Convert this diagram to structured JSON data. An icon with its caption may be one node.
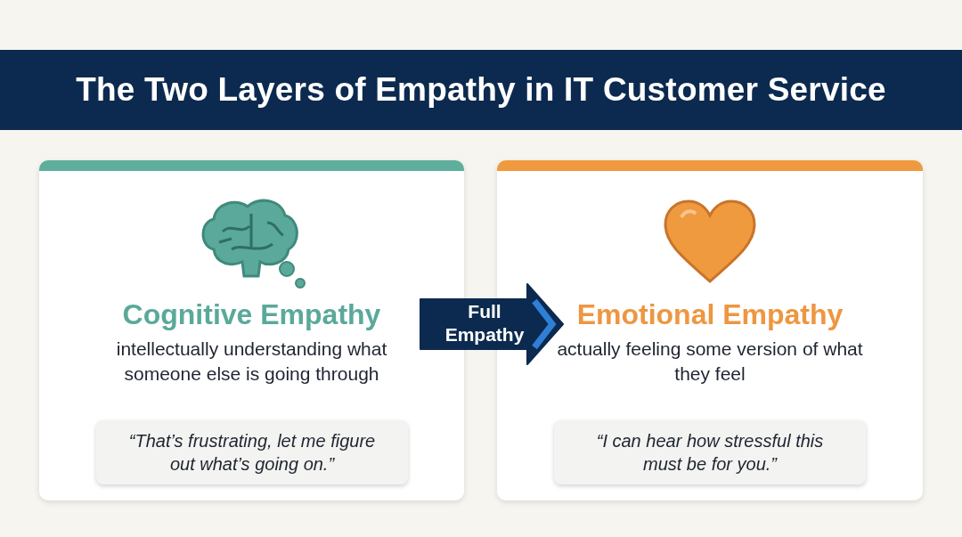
{
  "diagram": {
    "title": "The Two Layers of Empathy in IT Customer Service",
    "nodes": [
      {
        "text": [
          "Cognitive Empathy",
          "intellectually understanding what someone else is going through"
        ]
      },
      {
        "text": [
          "“That’s frustrating, let me figure out what’s going on.”"
        ],
        "in": 0
      },
      {
        "text": [
          "Emotional Empathy",
          "actually feeling some version of what they feel"
        ]
      },
      {
        "text": [
          "“I can hear how stressful this must be for you.”"
        ],
        "in": 2
      }
    ],
    "edges": [
      {
        "from": 0,
        "to": 2,
        "arrow": "to",
        "label": "Full Empathy",
        "style": "thick"
      }
    ]
  }
}
